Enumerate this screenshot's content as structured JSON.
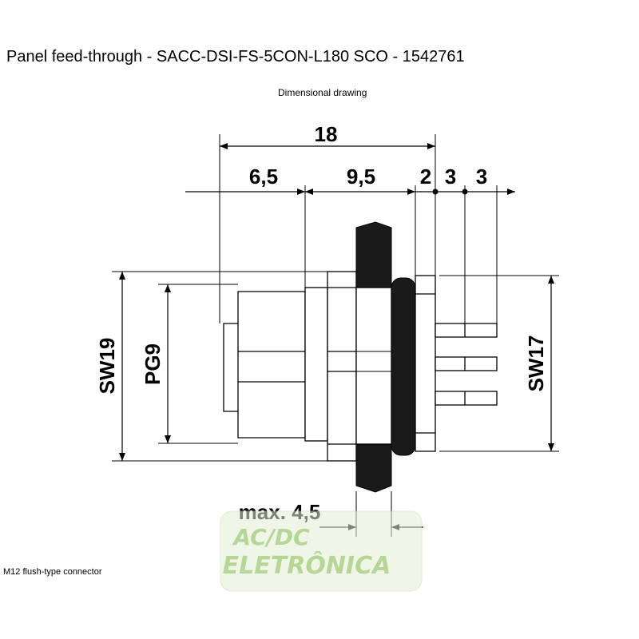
{
  "header": {
    "title": "Panel feed-through - SACC-DSI-FS-5CON-L180 SCO - 1542761",
    "subtitle": "Dimensional drawing"
  },
  "drawing": {
    "dimensions": {
      "overall": "18",
      "front": "6,5",
      "body": "9,5",
      "flange": "2",
      "pin1": "3",
      "pin2": "3",
      "sw19": "SW19",
      "pg9": "PG9",
      "sw17": "SW17",
      "max_panel": "max. 4,5"
    }
  },
  "watermark": {
    "line1": "AC/DC",
    "line2": "ELETRÔNICA",
    "color": "#8bc34a"
  },
  "footer": {
    "caption": "M12 flush-type connector"
  }
}
